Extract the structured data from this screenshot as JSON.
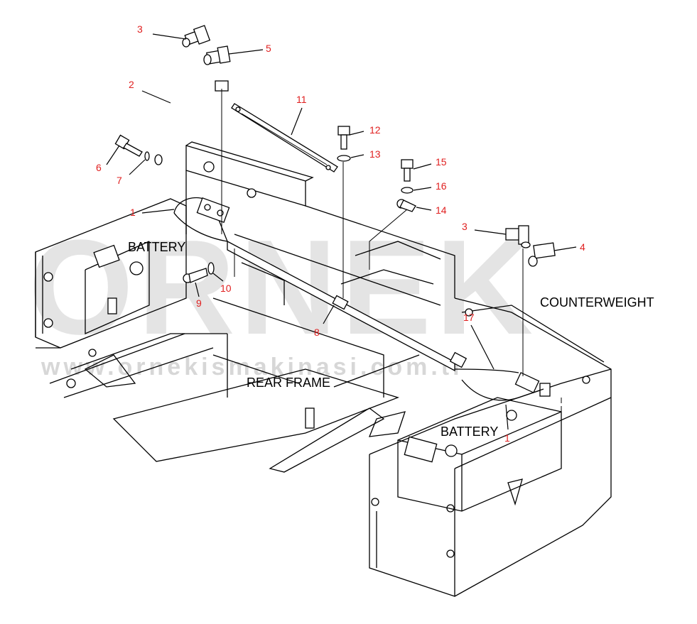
{
  "watermark": {
    "big": "ORNEK",
    "url": "www.ornekismakinasi.com.tr"
  },
  "labels": {
    "battery_left": "BATTERY",
    "battery_right": "BATTERY",
    "counterweight": "COUNTERWEIGHT",
    "rear_frame": "REAR FRAME"
  },
  "callouts": {
    "n3a": "3",
    "n5": "5",
    "n2": "2",
    "n11": "11",
    "n12": "12",
    "n13": "13",
    "n6": "6",
    "n7": "7",
    "n15": "15",
    "n16": "16",
    "n14": "14",
    "n1a": "1",
    "n3b": "3",
    "n4": "4",
    "n9": "9",
    "n10": "10",
    "n8": "8",
    "n17": "17",
    "n1b": "1"
  },
  "colors": {
    "callout": "#e02020",
    "line": "#000000",
    "watermark": "#cfcfcf"
  }
}
